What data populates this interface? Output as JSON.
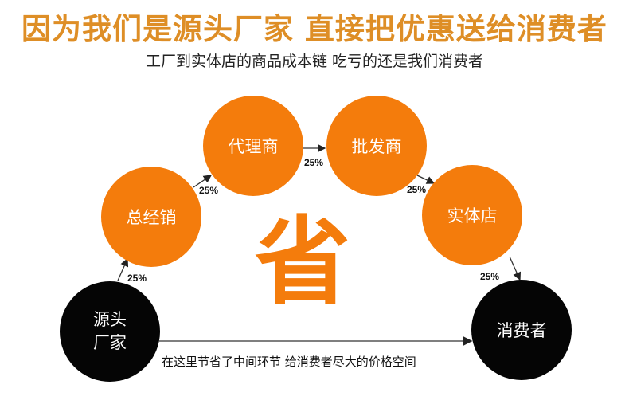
{
  "header": {
    "title": "因为我们是源头厂家  直接把优惠送给消费者",
    "subtitle": "工厂到实体店的商品成本链 吃亏的还是我们消费者"
  },
  "diagram": {
    "center_label": "省",
    "nodes": [
      {
        "id": "factory",
        "label": "源头\n厂家",
        "color": "#050505"
      },
      {
        "id": "general-distributor",
        "label": "总经销",
        "color": "#f47c0c"
      },
      {
        "id": "agent",
        "label": "代理商",
        "color": "#f47c0c"
      },
      {
        "id": "wholesaler",
        "label": "批发商",
        "color": "#f47c0c"
      },
      {
        "id": "retail-store",
        "label": "实体店",
        "color": "#f47c0c"
      },
      {
        "id": "consumer",
        "label": "消费者",
        "color": "#050505"
      }
    ],
    "markups": [
      "25%",
      "25%",
      "25%",
      "25%",
      "25%"
    ],
    "direct_caption": "在这里节省了中间环节 给消费者尽大的价格空间"
  }
}
